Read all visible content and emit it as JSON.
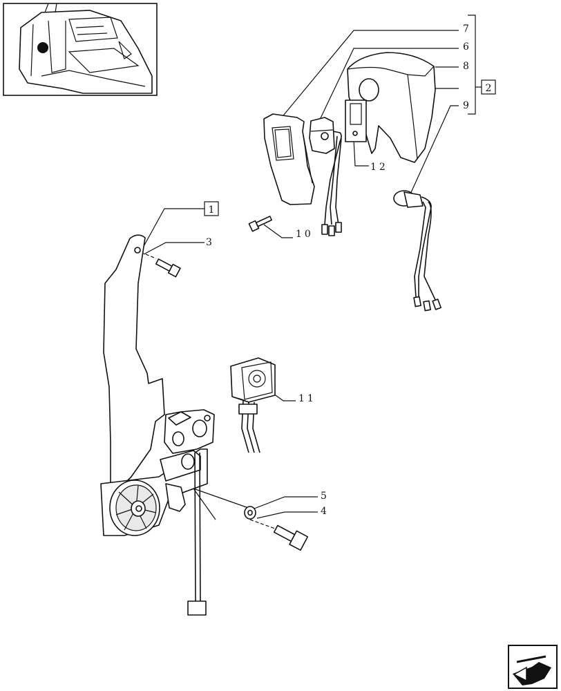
{
  "diagram": {
    "group_labels": [
      "1",
      "2"
    ],
    "part_labels": [
      "3",
      "4",
      "5",
      "6",
      "7",
      "8",
      "9",
      "10",
      "11",
      "12"
    ]
  },
  "icons": {
    "locator": "tractor-cab-locator-icon",
    "next_page": "next-page-arrow-icon"
  }
}
